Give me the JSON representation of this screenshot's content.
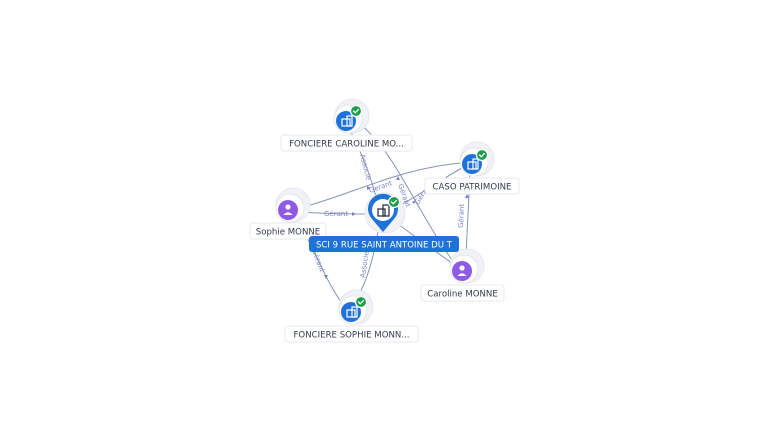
{
  "center": {
    "label": "SCI 9 RUE SAINT ANTOINE DU T",
    "verified": true,
    "icon": "building-icon"
  },
  "nodes": [
    {
      "id": "fonciere_caroline",
      "label": "FONCIERE CAROLINE MO...",
      "type": "company",
      "icon": "building-icon",
      "verified": true
    },
    {
      "id": "caso",
      "label": "CASO PATRIMOINE",
      "type": "company",
      "icon": "building-icon",
      "verified": true
    },
    {
      "id": "sophie",
      "label": "Sophie MONNE",
      "type": "person",
      "icon": "person-icon",
      "verified": false
    },
    {
      "id": "caroline",
      "label": "Caroline MONNE",
      "type": "person",
      "icon": "person-icon",
      "verified": false
    },
    {
      "id": "fonciere_sophie",
      "label": "FONCIERE SOPHIE MONN...",
      "type": "company",
      "icon": "building-icon",
      "verified": true
    }
  ],
  "edge_labels": {
    "associe": "Associe",
    "gerant": "Gerant",
    "gerant_short": "Gérant",
    "gerant_cut": "Géra"
  },
  "colors": {
    "company": "#1f72d8",
    "person": "#8e5ae6",
    "verified": "#1e9d4c",
    "edge": "#8a93b6",
    "edge_label": "#7a86c4"
  }
}
